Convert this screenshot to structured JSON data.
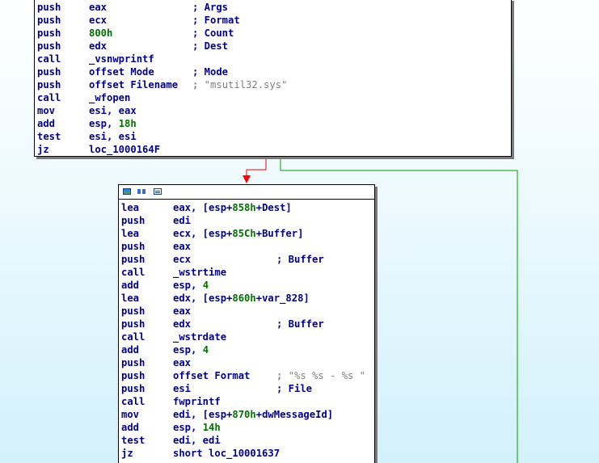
{
  "block1": {
    "lines": [
      {
        "mnem": "push",
        "ops": [
          {
            "t": "eax",
            "c": ""
          }
        ],
        "cmt": [
          {
            "t": "; Args",
            "c": ""
          }
        ]
      },
      {
        "mnem": "push",
        "ops": [
          {
            "t": "ecx",
            "c": ""
          }
        ],
        "cmt": [
          {
            "t": "; Format",
            "c": ""
          }
        ]
      },
      {
        "mnem": "push",
        "ops": [
          {
            "t": "800h",
            "c": "num"
          }
        ],
        "cmt": [
          {
            "t": "; Count",
            "c": ""
          }
        ]
      },
      {
        "mnem": "push",
        "ops": [
          {
            "t": "edx",
            "c": ""
          }
        ],
        "cmt": [
          {
            "t": "; Dest",
            "c": ""
          }
        ]
      },
      {
        "mnem": "call",
        "ops": [
          {
            "t": "_vsnwprintf",
            "c": ""
          }
        ],
        "cmt": []
      },
      {
        "mnem": "push",
        "ops": [
          {
            "t": "offset Mode",
            "c": ""
          }
        ],
        "cmt": [
          {
            "t": "; Mode",
            "c": ""
          }
        ]
      },
      {
        "mnem": "push",
        "ops": [
          {
            "t": "offset Filename",
            "c": ""
          }
        ],
        "cmt": [
          {
            "t": "; ",
            "c": "grey"
          },
          {
            "t": "\"msutil32.sys\"",
            "c": "str"
          }
        ]
      },
      {
        "mnem": "call",
        "ops": [
          {
            "t": "_wfopen",
            "c": ""
          }
        ],
        "cmt": []
      },
      {
        "mnem": "mov",
        "ops": [
          {
            "t": "esi, eax",
            "c": ""
          }
        ],
        "cmt": []
      },
      {
        "mnem": "add",
        "ops": [
          {
            "t": "esp, ",
            "c": ""
          },
          {
            "t": "18h",
            "c": "num"
          }
        ],
        "cmt": []
      },
      {
        "mnem": "test",
        "ops": [
          {
            "t": "esi, esi",
            "c": ""
          }
        ],
        "cmt": []
      },
      {
        "mnem": "jz",
        "ops": [
          {
            "t": "loc_1000164F",
            "c": ""
          }
        ],
        "cmt": []
      }
    ]
  },
  "block2": {
    "lines": [
      {
        "mnem": "lea",
        "ops": [
          {
            "t": "eax, [esp+",
            "c": ""
          },
          {
            "t": "858h",
            "c": "num"
          },
          {
            "t": "+Dest]",
            "c": ""
          }
        ],
        "cmt": []
      },
      {
        "mnem": "push",
        "ops": [
          {
            "t": "edi",
            "c": ""
          }
        ],
        "cmt": []
      },
      {
        "mnem": "lea",
        "ops": [
          {
            "t": "ecx, [esp+",
            "c": ""
          },
          {
            "t": "85Ch",
            "c": "num"
          },
          {
            "t": "+Buffer]",
            "c": ""
          }
        ],
        "cmt": []
      },
      {
        "mnem": "push",
        "ops": [
          {
            "t": "eax",
            "c": ""
          }
        ],
        "cmt": []
      },
      {
        "mnem": "push",
        "ops": [
          {
            "t": "ecx",
            "c": ""
          }
        ],
        "cmt": [
          {
            "t": "; Buffer",
            "c": ""
          }
        ]
      },
      {
        "mnem": "call",
        "ops": [
          {
            "t": "_wstrtime",
            "c": ""
          }
        ],
        "cmt": []
      },
      {
        "mnem": "add",
        "ops": [
          {
            "t": "esp, ",
            "c": ""
          },
          {
            "t": "4",
            "c": "num"
          }
        ],
        "cmt": []
      },
      {
        "mnem": "lea",
        "ops": [
          {
            "t": "edx, [esp+",
            "c": ""
          },
          {
            "t": "860h",
            "c": "num"
          },
          {
            "t": "+var_828]",
            "c": ""
          }
        ],
        "cmt": []
      },
      {
        "mnem": "push",
        "ops": [
          {
            "t": "eax",
            "c": ""
          }
        ],
        "cmt": []
      },
      {
        "mnem": "push",
        "ops": [
          {
            "t": "edx",
            "c": ""
          }
        ],
        "cmt": [
          {
            "t": "; Buffer",
            "c": ""
          }
        ]
      },
      {
        "mnem": "call",
        "ops": [
          {
            "t": "_wstrdate",
            "c": ""
          }
        ],
        "cmt": []
      },
      {
        "mnem": "add",
        "ops": [
          {
            "t": "esp, ",
            "c": ""
          },
          {
            "t": "4",
            "c": "num"
          }
        ],
        "cmt": []
      },
      {
        "mnem": "push",
        "ops": [
          {
            "t": "eax",
            "c": ""
          }
        ],
        "cmt": []
      },
      {
        "mnem": "push",
        "ops": [
          {
            "t": "offset Format",
            "c": ""
          }
        ],
        "cmt": [
          {
            "t": "; ",
            "c": "grey"
          },
          {
            "t": "\"%s %s - %s \"",
            "c": "str"
          }
        ]
      },
      {
        "mnem": "push",
        "ops": [
          {
            "t": "esi",
            "c": ""
          }
        ],
        "cmt": [
          {
            "t": "; File",
            "c": ""
          }
        ]
      },
      {
        "mnem": "call",
        "ops": [
          {
            "t": "fwprintf",
            "c": ""
          }
        ],
        "cmt": []
      },
      {
        "mnem": "mov",
        "ops": [
          {
            "t": "edi, [esp+",
            "c": ""
          },
          {
            "t": "870h",
            "c": "num"
          },
          {
            "t": "+dwMessageId]",
            "c": ""
          }
        ],
        "cmt": []
      },
      {
        "mnem": "add",
        "ops": [
          {
            "t": "esp, ",
            "c": ""
          },
          {
            "t": "14h",
            "c": "num"
          }
        ],
        "cmt": []
      },
      {
        "mnem": "test",
        "ops": [
          {
            "t": "edi, edi",
            "c": ""
          }
        ],
        "cmt": []
      },
      {
        "mnem": "jz",
        "ops": [
          {
            "t": "short loc_10001637",
            "c": ""
          }
        ],
        "cmt": []
      }
    ]
  },
  "edges": {
    "true_branch_color": "#00a000",
    "false_branch_color": "#ff0000"
  },
  "titlebar_icons": [
    "graph-color-icon",
    "group-nodes-icon",
    "node-text-icon"
  ]
}
